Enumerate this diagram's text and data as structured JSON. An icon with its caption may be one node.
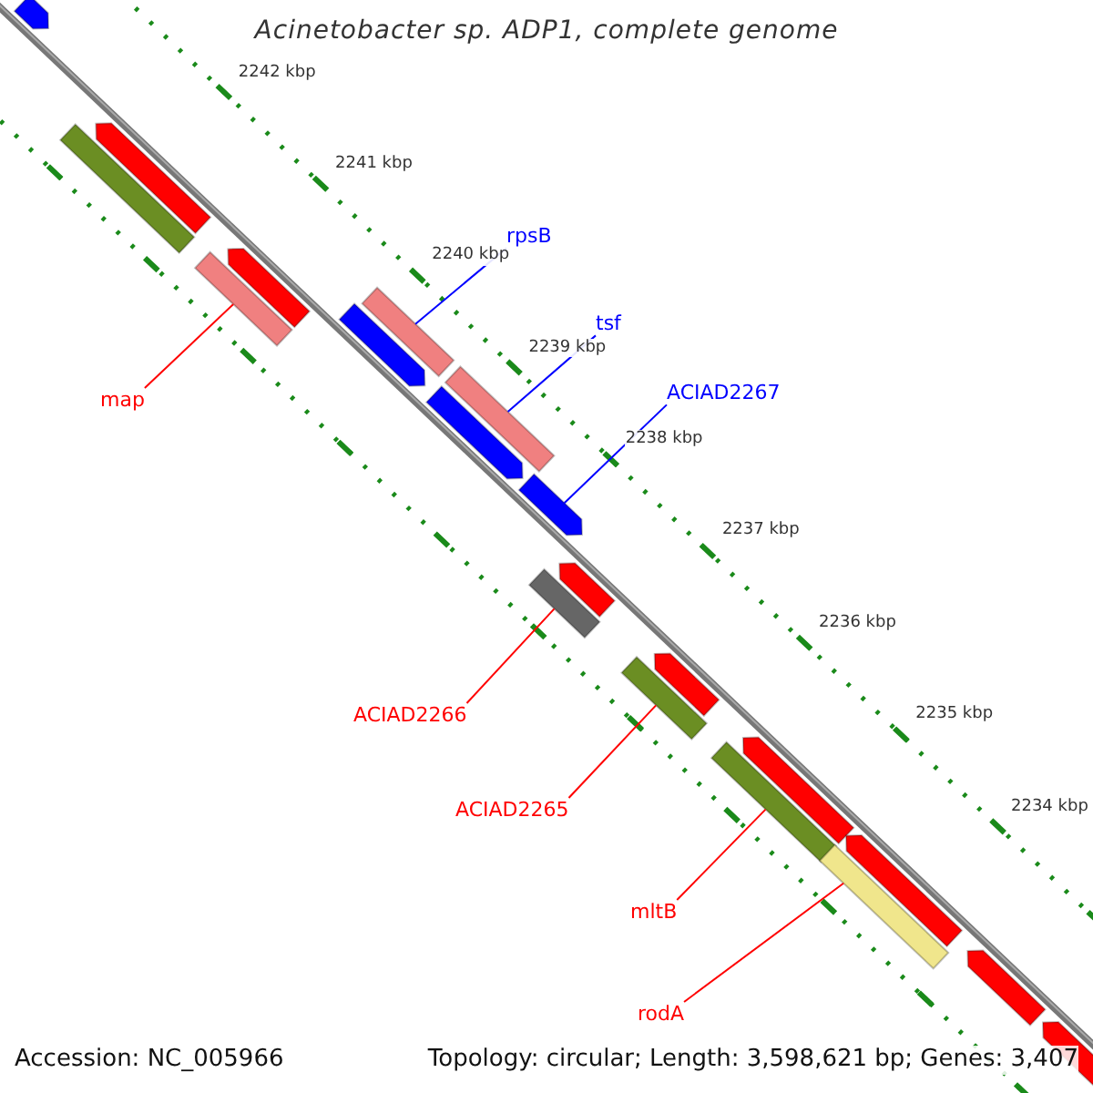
{
  "diagram": {
    "title": "Acinetobacter sp. ADP1, complete genome",
    "nodes": [
      {
        "text": [
          "rpsB"
        ]
      },
      {
        "text": [
          "tsf"
        ]
      },
      {
        "text": [
          "map"
        ]
      },
      {
        "text": [
          "ACIAD2267"
        ]
      },
      {
        "text": [
          "ACIAD2266"
        ]
      },
      {
        "text": [
          "ACIAD2265"
        ]
      },
      {
        "text": [
          "mltB"
        ]
      },
      {
        "text": [
          "rodA"
        ]
      },
      {
        "text": [],
        "shape": "pentagon"
      },
      {
        "text": [],
        "shape": "bar"
      },
      {
        "text": [],
        "shape": "pentagon"
      },
      {
        "text": [],
        "shape": "bar"
      },
      {
        "text": [],
        "shape": "pentagon"
      },
      {
        "text": [],
        "shape": "pentagon"
      },
      {
        "text": [],
        "shape": "bar"
      },
      {
        "text": [],
        "shape": "pentagon"
      },
      {
        "text": [],
        "shape": "bar"
      },
      {
        "text": [],
        "shape": "pentagon"
      },
      {
        "text": [],
        "shape": "bar"
      },
      {
        "text": [],
        "shape": "pentagon"
      },
      {
        "text": [],
        "shape": "bar"
      },
      {
        "text": [],
        "shape": "pentagon"
      },
      {
        "text": [],
        "shape": "bar"
      },
      {
        "text": [],
        "shape": "pentagon"
      },
      {
        "text": [],
        "shape": "bar"
      },
      {
        "text": [],
        "shape": "pentagon"
      },
      {
        "text": [],
        "shape": "pentagon"
      },
      {
        "text": [],
        "shape": "pentagon"
      }
    ],
    "edges": [
      {
        "from": 0,
        "to": 14,
        "arrow": "none",
        "color": "#0000ff"
      },
      {
        "from": 1,
        "to": 16,
        "arrow": "none",
        "color": "#0000ff"
      },
      {
        "from": 2,
        "to": 11,
        "arrow": "none"
      },
      {
        "from": 3,
        "to": 17,
        "arrow": "none",
        "color": "#0000ff"
      },
      {
        "from": 4,
        "to": 18,
        "arrow": "none"
      },
      {
        "from": 5,
        "to": 20,
        "arrow": "none"
      },
      {
        "from": 6,
        "to": 22,
        "arrow": "none"
      },
      {
        "from": 7,
        "to": 24,
        "arrow": "none"
      }
    ],
    "labels": [
      "2242 kbp",
      "2241 kbp",
      "2240 kbp",
      "2239 kbp",
      "2238 kbp",
      "2237 kbp",
      "2236 kbp",
      "2235 kbp",
      "2234 kbp",
      "Accession: NC_005966",
      "Topology: circular; Length: 3,598,621 bp; Genes: 3,407"
    ]
  }
}
